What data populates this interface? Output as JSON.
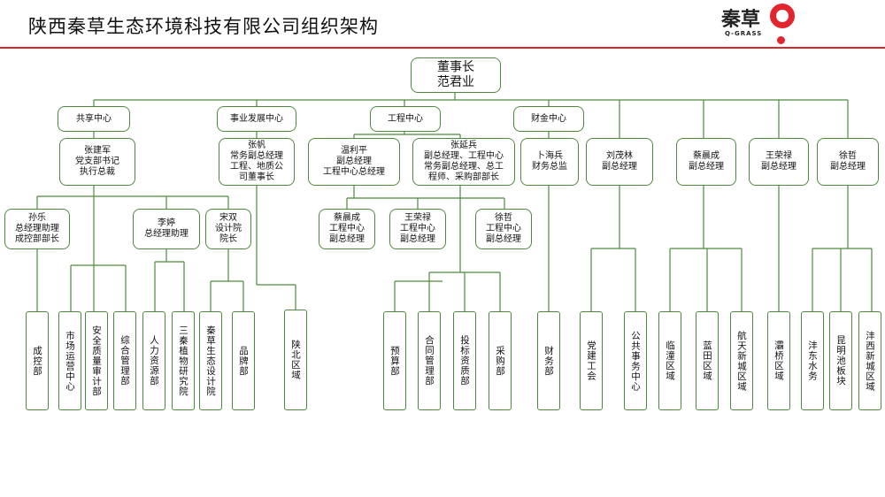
{
  "header": {
    "title": "陕西秦草生态环境科技有限公司组织架构"
  },
  "logo": {
    "brand": "秦草",
    "sub": "Q-GRASS",
    "color": "#e3262d"
  },
  "colors": {
    "box_border": "#4d8a3e",
    "line": "#4d8a3e",
    "accent": "#d9262c"
  },
  "chairman": {
    "lines": [
      "董事长",
      "范君业"
    ]
  },
  "centers": [
    {
      "label": "共享中心"
    },
    {
      "label": "事业发展中心"
    },
    {
      "label": "工程中心"
    },
    {
      "label": "财金中心"
    }
  ],
  "managers": [
    {
      "lines": [
        "张建军",
        "党支部书记",
        "执行总裁"
      ]
    },
    {
      "lines": [
        "张帆",
        "常务副总经理",
        "工程、地质公",
        "司董事长"
      ]
    },
    {
      "lines": [
        "温利平",
        "副总经理",
        "工程中心总经理"
      ]
    },
    {
      "lines": [
        "张延兵",
        "副总经理、工程中心",
        "常务副总经理、总工",
        "程师、采购部部长"
      ]
    },
    {
      "lines": [
        "卜海兵",
        "财务总监"
      ]
    },
    {
      "lines": [
        "刘茂林",
        "副总经理"
      ]
    },
    {
      "lines": [
        "蔡晨成",
        "副总经理"
      ]
    },
    {
      "lines": [
        "王荣禄",
        "副总经理"
      ]
    },
    {
      "lines": [
        "徐哲",
        "副总经理"
      ]
    }
  ],
  "sub_managers": [
    {
      "lines": [
        "孙乐",
        "总经理助理",
        "成控部部长"
      ]
    },
    {
      "lines": [
        "李婷",
        "总经理助理"
      ]
    },
    {
      "lines": [
        "宋双",
        "设计院",
        "院长"
      ]
    },
    {
      "lines": [
        "蔡晨成",
        "工程中心",
        "副总经理"
      ]
    },
    {
      "lines": [
        "王荣禄",
        "工程中心",
        "副总经理"
      ]
    },
    {
      "lines": [
        "徐哲",
        "工程中心",
        "副总经理"
      ]
    }
  ],
  "departments": [
    {
      "label": "成控部"
    },
    {
      "label": "市场运营中心"
    },
    {
      "label": "安全质量审计部"
    },
    {
      "label": "综合管理部"
    },
    {
      "label": "人力资源部"
    },
    {
      "label": "三秦植物研究院"
    },
    {
      "label": "秦草生态设计院"
    },
    {
      "label": "品牌部"
    },
    {
      "label": "陕北区域"
    },
    {
      "label": "预算部"
    },
    {
      "label": "合同管理部"
    },
    {
      "label": "投标资质部"
    },
    {
      "label": "采购部"
    },
    {
      "label": "财务部"
    },
    {
      "label": "党建工会"
    },
    {
      "label": "公共事务中心"
    },
    {
      "label": "临潼区域"
    },
    {
      "label": "蓝田区域"
    },
    {
      "label": "航天新城区域"
    },
    {
      "label": "灞桥区域"
    },
    {
      "label": "沣东水务"
    },
    {
      "label": "昆明池板块"
    },
    {
      "label": "沣西新城区域"
    }
  ]
}
